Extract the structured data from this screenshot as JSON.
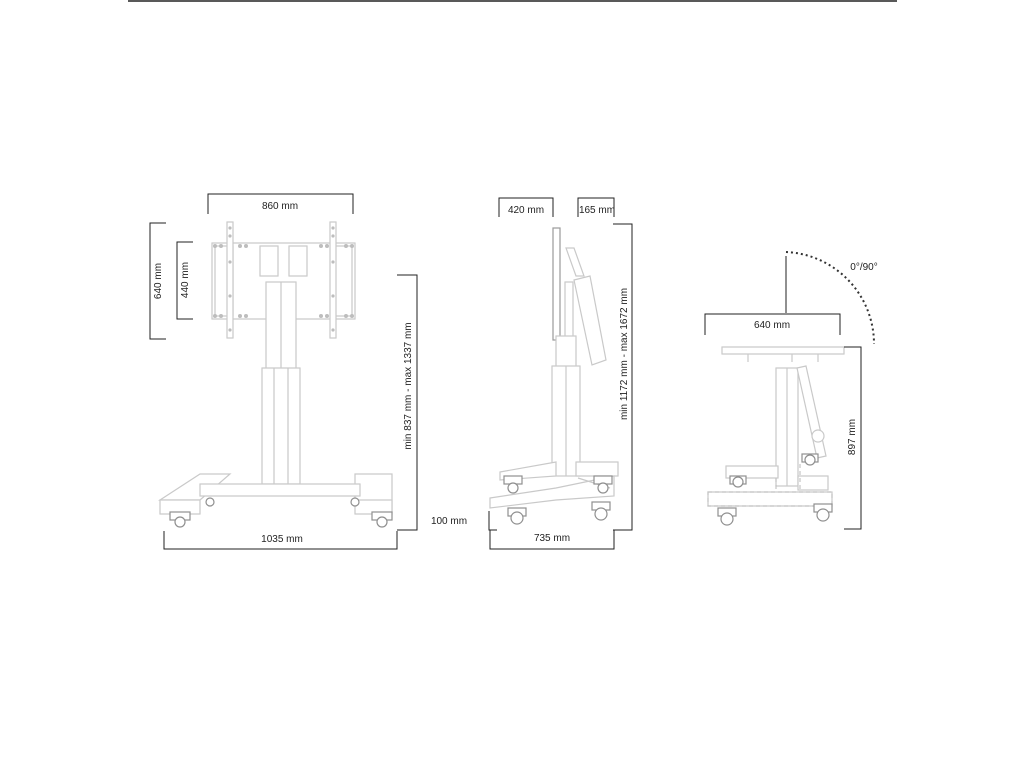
{
  "front_view": {
    "width_bracket": "860 mm",
    "bracket_height_outer": "640 mm",
    "bracket_height_inner": "440 mm",
    "height_range": "min 837 mm - max 1337 mm",
    "base_width": "1035 mm"
  },
  "side_view": {
    "bracket_depth": "420 mm",
    "offset": "165 mm",
    "height_range": "min 1172 mm - max 1672 mm",
    "base_height": "100 mm",
    "base_depth": "735 mm"
  },
  "tilt_view": {
    "tilt_angle": "0°/90°",
    "width": "640 mm",
    "height": "897 mm"
  }
}
